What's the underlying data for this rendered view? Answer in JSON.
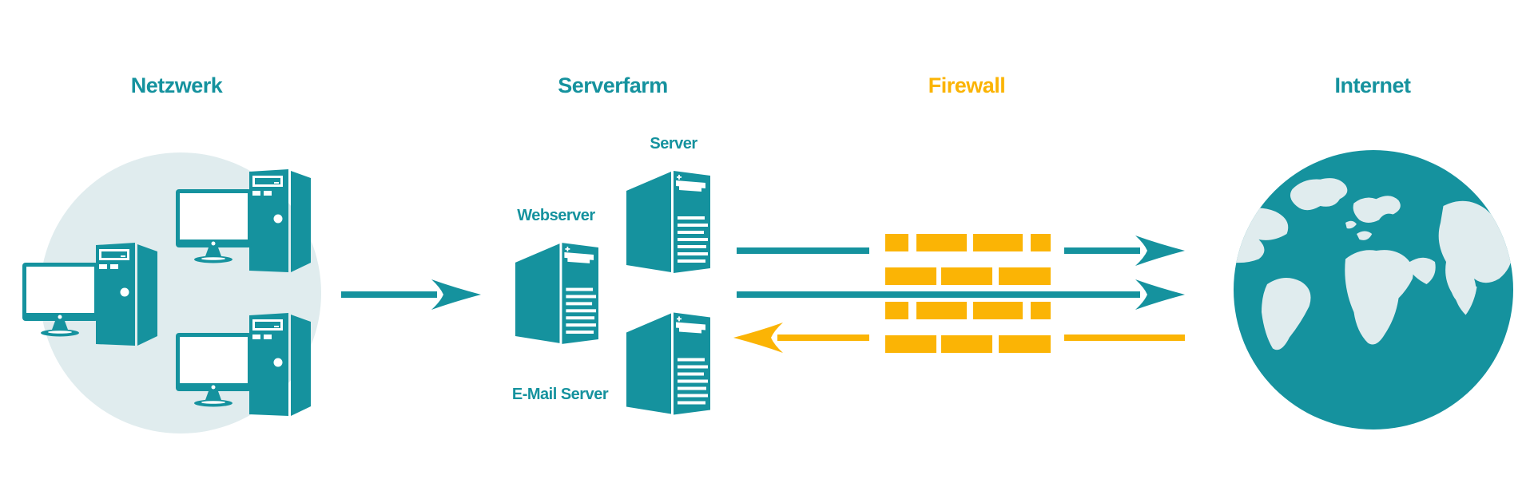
{
  "colors": {
    "teal": "#15929E",
    "teal_light": "#E0ECEE",
    "orange": "#FBB405",
    "background": "#FFFFFF"
  },
  "headings": {
    "netzwerk": "Netzwerk",
    "serverfarm": "Serverfarm",
    "firewall": "Firewall",
    "internet": "Internet"
  },
  "network": {
    "label": "Netzwerk",
    "workstations": 3
  },
  "serverfarm": {
    "label": "Serverfarm",
    "server": "Server",
    "webserver": "Webserver",
    "email": "E-Mail Server"
  },
  "firewall": {
    "label": "Firewall",
    "brick_rows": 4,
    "bricks_per_row": [
      4,
      3,
      4,
      3
    ]
  },
  "internet": {
    "label": "Internet"
  },
  "flows": [
    {
      "name": "netzwerk-to-serverfarm",
      "color": "teal",
      "direction": "right",
      "interrupted_by_wall": false
    },
    {
      "name": "serverfarm-to-internet-upper",
      "color": "teal",
      "direction": "right",
      "interrupted_by_wall": true
    },
    {
      "name": "serverfarm-to-internet-middle",
      "color": "teal",
      "direction": "right",
      "interrupted_by_wall": false
    },
    {
      "name": "internet-to-serverfarm",
      "color": "orange",
      "direction": "left",
      "interrupted_by_wall": true
    }
  ],
  "icons": {
    "desktop-computer-icon": "svg-shape",
    "server-tower-icon": "svg-shape",
    "firewall-brick-wall-icon": "css-rects",
    "globe-icon": "svg-shape",
    "flow-arrow-icon": "svg-shape"
  }
}
